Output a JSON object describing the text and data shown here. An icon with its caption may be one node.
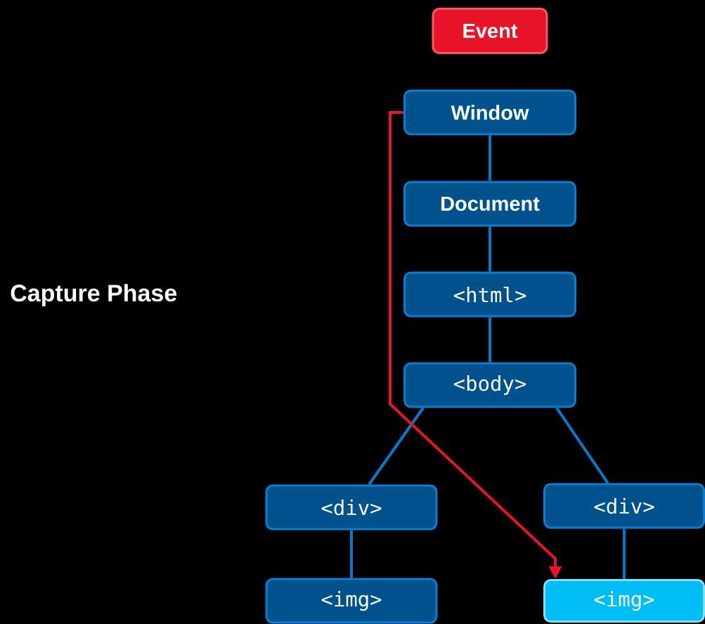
{
  "diagram": {
    "nodes": [
      {
        "text": [
          "Event"
        ]
      },
      {
        "text": [
          "Window"
        ]
      },
      {
        "text": [
          "Document"
        ]
      },
      {
        "text": [
          "<html>"
        ]
      },
      {
        "text": [
          "<body>"
        ]
      },
      {
        "text": [
          "<div>"
        ]
      },
      {
        "text": [
          "<div>"
        ]
      },
      {
        "text": [
          "<img>"
        ]
      },
      {
        "text": [
          "<img>"
        ]
      }
    ],
    "edges": [
      {
        "from": 1,
        "to": 2,
        "arrow": "none"
      },
      {
        "from": 2,
        "to": 3,
        "arrow": "none"
      },
      {
        "from": 3,
        "to": 4,
        "arrow": "none"
      },
      {
        "from": 4,
        "to": 5,
        "arrow": "none"
      },
      {
        "from": 4,
        "to": 6,
        "arrow": "none"
      },
      {
        "from": 5,
        "to": 7,
        "arrow": "none"
      },
      {
        "from": 6,
        "to": 8,
        "arrow": "none"
      },
      {
        "from": 1,
        "to": 8,
        "arrow": "to",
        "color": "#e8142a"
      }
    ],
    "labels": [
      "Capture Phase"
    ]
  }
}
